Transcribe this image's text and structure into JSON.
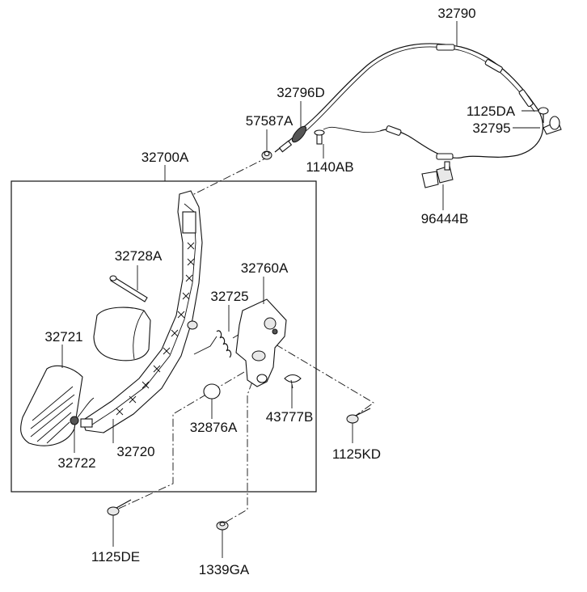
{
  "labels": {
    "p32790": "32790",
    "p32796D": "32796D",
    "p57587A": "57587A",
    "p1125DA": "1125DA",
    "p32795": "32795",
    "p1140AB": "1140AB",
    "p32700A": "32700A",
    "p96444B": "96444B",
    "p32728A": "32728A",
    "p32760A": "32760A",
    "p32725": "32725",
    "p32721": "32721",
    "p32876A": "32876A",
    "p43777B": "43777B",
    "p32722": "32722",
    "p32720": "32720",
    "p1125KD": "1125KD",
    "p1125DE": "1125DE",
    "p1339GA": "1339GA"
  }
}
